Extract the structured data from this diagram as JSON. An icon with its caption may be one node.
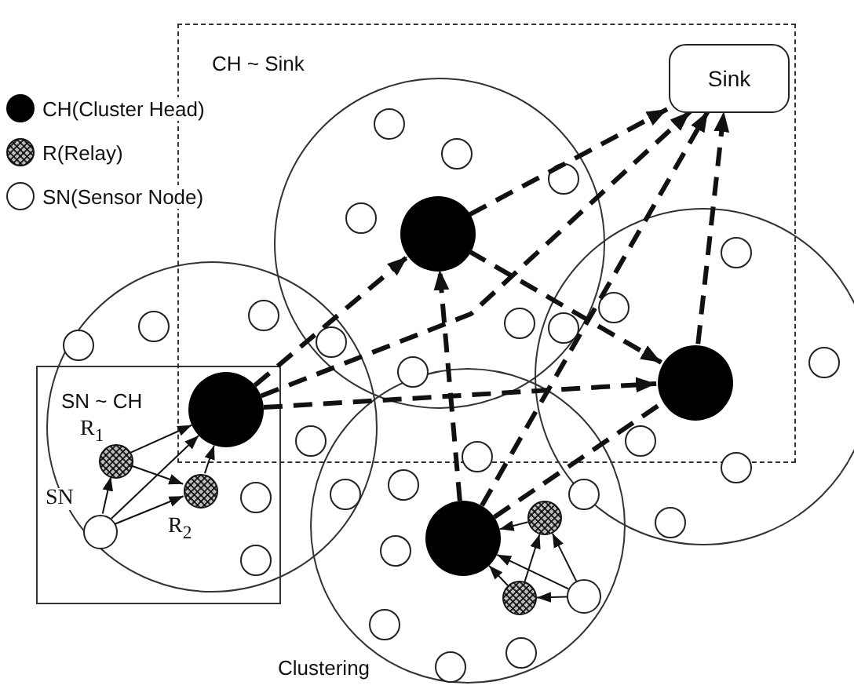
{
  "diagram": {
    "nodes": [
      {
        "text": [
          "CH ~ Sink"
        ]
      },
      {
        "text": [
          "Sink"
        ],
        "in": 0
      },
      {
        "text": [
          "SN ~ CH"
        ]
      },
      {
        "text": [],
        "shape": "dot",
        "in": 0
      },
      {
        "text": [],
        "shape": "dot"
      },
      {
        "text": [],
        "shape": "dot",
        "in": 0
      },
      {
        "text": [],
        "shape": "dot"
      },
      {
        "text": [],
        "shape": "hatched-circle",
        "in": 2,
        "beside": [
          "R$_{1}$"
        ]
      },
      {
        "text": [],
        "shape": "hatched-circle",
        "in": 2,
        "beside": [
          "R$_{2}$"
        ]
      },
      {
        "text": [],
        "shape": "circle",
        "in": 2,
        "beside": [
          "SN"
        ]
      },
      {
        "text": [],
        "shape": "hatched-circle"
      },
      {
        "text": [],
        "shape": "hatched-circle"
      },
      {
        "text": [],
        "shape": "circle"
      },
      {
        "text": [],
        "shape": "circle",
        "in": 0
      },
      {
        "text": [],
        "shape": "circle",
        "in": 0
      },
      {
        "text": [],
        "shape": "circle",
        "in": 0
      },
      {
        "text": [],
        "shape": "circle",
        "in": 0
      },
      {
        "text": [],
        "shape": "circle",
        "in": 0
      },
      {
        "text": [],
        "shape": "circle",
        "in": 0
      },
      {
        "text": [],
        "shape": "circle",
        "in": 0
      },
      {
        "text": [],
        "shape": "circle",
        "in": 0
      },
      {
        "text": [],
        "shape": "circle"
      },
      {
        "text": [],
        "shape": "circle",
        "in": 0
      },
      {
        "text": [],
        "shape": "circle",
        "in": 0
      },
      {
        "text": [],
        "shape": "circle"
      },
      {
        "text": [],
        "shape": "circle"
      },
      {
        "text": [],
        "shape": "circle",
        "in": 0
      },
      {
        "text": [],
        "shape": "circle",
        "in": 0
      },
      {
        "text": [],
        "shape": "circle",
        "in": 0
      },
      {
        "text": [],
        "shape": "circle"
      },
      {
        "text": [],
        "shape": "circle"
      },
      {
        "text": [],
        "shape": "circle"
      },
      {
        "text": [],
        "shape": "circle"
      },
      {
        "text": [],
        "shape": "circle",
        "in": 2
      },
      {
        "text": [],
        "shape": "circle"
      },
      {
        "text": [],
        "shape": "circle"
      },
      {
        "text": [],
        "shape": "circle"
      },
      {
        "text": [],
        "shape": "circle",
        "in": 2
      },
      {
        "text": [],
        "shape": "circle"
      },
      {
        "text": [],
        "shape": "circle"
      },
      {
        "text": [],
        "shape": "circle"
      }
    ],
    "edges": [
      {
        "from": 3,
        "to": 1,
        "arrow": "to",
        "style": "dashed"
      },
      {
        "from": 4,
        "to": 1,
        "arrow": "to",
        "style": "dashed"
      },
      {
        "from": 6,
        "to": 1,
        "arrow": "to",
        "style": "dashed"
      },
      {
        "from": 5,
        "to": 1,
        "arrow": "to",
        "style": "dashed"
      },
      {
        "from": 4,
        "to": 3,
        "arrow": "to",
        "style": "dashed"
      },
      {
        "from": 3,
        "to": 5,
        "arrow": "to",
        "style": "dashed"
      },
      {
        "from": 4,
        "to": 5,
        "arrow": "to",
        "style": "dashed"
      },
      {
        "from": 6,
        "to": 5,
        "arrow": "none",
        "style": "dashed"
      },
      {
        "from": 6,
        "to": 3,
        "arrow": "to",
        "style": "dashed"
      },
      {
        "from": 9,
        "to": 7,
        "arrow": "to"
      },
      {
        "from": 9,
        "to": 4,
        "arrow": "to"
      },
      {
        "from": 9,
        "to": 8,
        "arrow": "to"
      },
      {
        "from": 7,
        "to": 4,
        "arrow": "to"
      },
      {
        "from": 7,
        "to": 8,
        "arrow": "to"
      },
      {
        "from": 8,
        "to": 4,
        "arrow": "to"
      },
      {
        "from": 12,
        "to": 10,
        "arrow": "to"
      },
      {
        "from": 12,
        "to": 11,
        "arrow": "to"
      },
      {
        "from": 12,
        "to": 6,
        "arrow": "to"
      },
      {
        "from": 11,
        "to": 10,
        "arrow": "to"
      },
      {
        "from": 11,
        "to": 6,
        "arrow": "to"
      },
      {
        "from": 10,
        "to": 6,
        "arrow": "to"
      }
    ],
    "labels": [
      "Clustering"
    ],
    "legend": [
      {
        "text": "CH(Cluster Head)"
      },
      {
        "text": "R(Relay)"
      },
      {
        "text": "SN(Sensor Node)"
      }
    ]
  }
}
